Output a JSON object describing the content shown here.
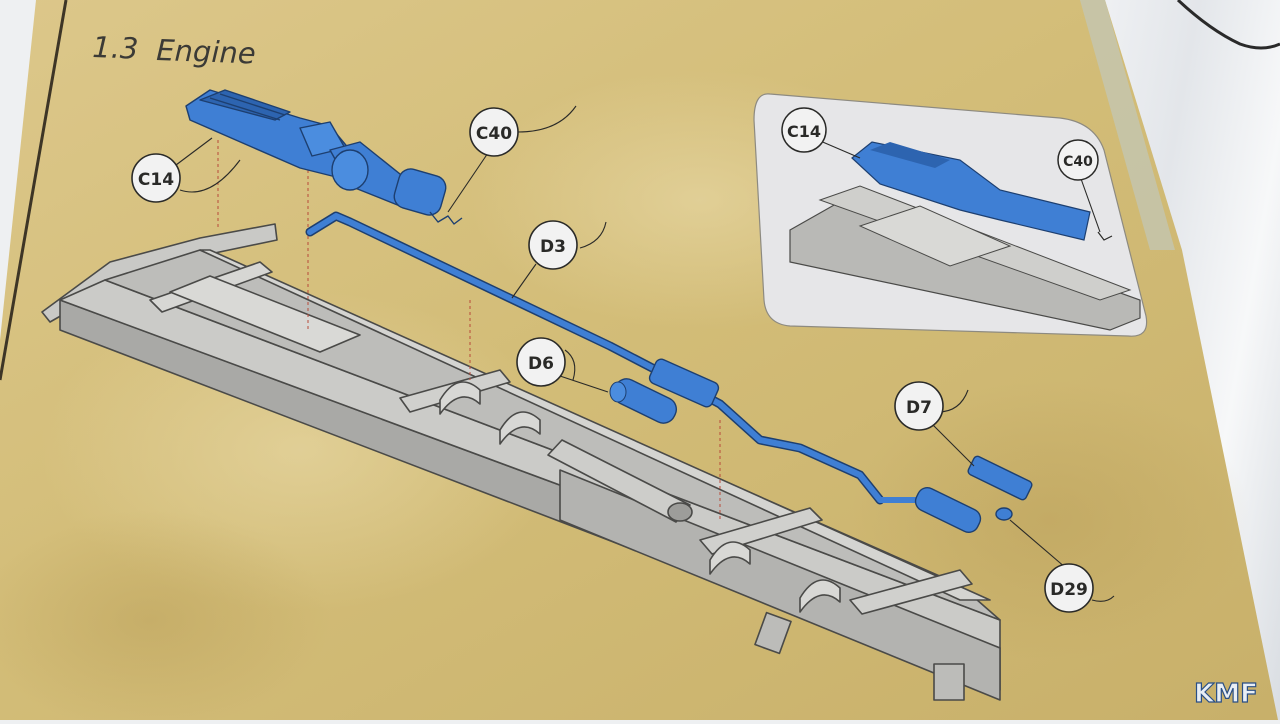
{
  "section": {
    "number": "1.3",
    "title": "Engine"
  },
  "callouts": [
    {
      "id": "c14-left",
      "text": "C14"
    },
    {
      "id": "c40",
      "text": "C40"
    },
    {
      "id": "d3",
      "text": "D3"
    },
    {
      "id": "d6",
      "text": "D6"
    },
    {
      "id": "d7",
      "text": "D7"
    },
    {
      "id": "d29",
      "text": "D29"
    },
    {
      "id": "c14-inset",
      "text": "C14"
    },
    {
      "id": "c40-inset",
      "text": "C40"
    }
  ],
  "colors": {
    "paper": "#d6c07e",
    "part_highlight": "#3f7fd4",
    "frame_gray": "#b7b7b5",
    "inset_bg": "#e6e6e8",
    "callout_bg": "#f2f2f2"
  },
  "watermark": {
    "text": "KMF"
  }
}
